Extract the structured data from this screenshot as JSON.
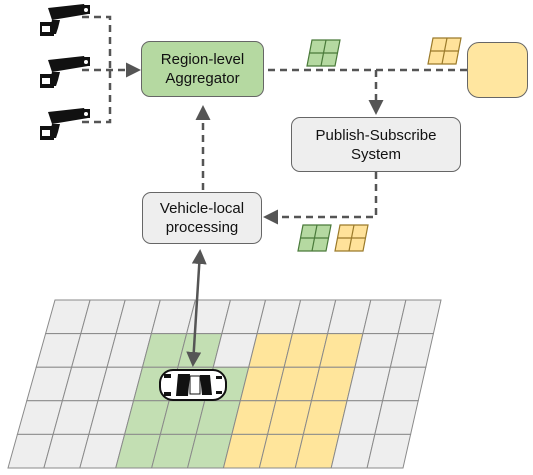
{
  "nodes": {
    "aggregator": {
      "label": "Region-level\nAggregator",
      "fill": "#b5d9a1"
    },
    "pubsub": {
      "label": "Publish-Subscribe\nSystem",
      "fill": "#eeeeee"
    },
    "vehicle_local": {
      "label": "Vehicle-local\nprocessing",
      "fill": "#eeeeee"
    },
    "remote_store": {
      "label": "",
      "fill": "#ffe6a0"
    }
  },
  "icons": {
    "camera": "security-camera",
    "car": "car-top-view",
    "tile_green": "green-grid-tile",
    "tile_yellow": "yellow-grid-tile"
  },
  "colors": {
    "grid_base": "#eeeeee",
    "grid_green": "#c3dfb3",
    "grid_yellow": "#ffe59b",
    "grid_line": "#8a8a8a",
    "arrow": "#555555"
  },
  "grid": {
    "rows": 5,
    "cols": 11,
    "green_cells": [
      [
        1,
        3
      ],
      [
        1,
        4
      ],
      [
        2,
        3
      ],
      [
        2,
        4
      ],
      [
        2,
        5
      ],
      [
        3,
        3
      ],
      [
        3,
        4
      ],
      [
        3,
        5
      ],
      [
        4,
        3
      ],
      [
        4,
        4
      ],
      [
        4,
        5
      ]
    ],
    "yellow_cells": [
      [
        1,
        6
      ],
      [
        1,
        7
      ],
      [
        1,
        8
      ],
      [
        2,
        6
      ],
      [
        2,
        7
      ],
      [
        2,
        8
      ],
      [
        3,
        6
      ],
      [
        3,
        7
      ],
      [
        3,
        8
      ],
      [
        4,
        6
      ],
      [
        4,
        7
      ],
      [
        4,
        8
      ]
    ]
  }
}
